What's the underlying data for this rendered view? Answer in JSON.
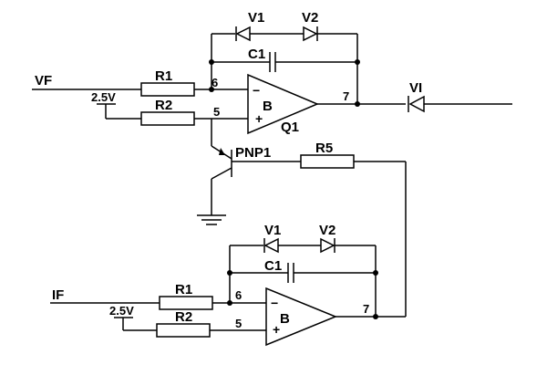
{
  "diagram": {
    "inputs": {
      "top": "VF",
      "bottom": "IF"
    },
    "reference": {
      "top": "2.5V",
      "bottom": "2.5V"
    },
    "top_stage": {
      "diodes": [
        "V1",
        "V2"
      ],
      "capacitor": "C1",
      "resistors": [
        "R1",
        "R2"
      ],
      "amp_label": "B",
      "amp_name": "Q1",
      "pins": {
        "inverting": "6",
        "noninverting": "5",
        "output": "7"
      },
      "inverting_sign": "−",
      "noninverting_sign": "+"
    },
    "bottom_stage": {
      "diodes": [
        "V1",
        "V2"
      ],
      "capacitor": "C1",
      "resistors": [
        "R1",
        "R2"
      ],
      "amp_label": "B",
      "pins": {
        "inverting": "6",
        "noninverting": "5",
        "output": "7"
      },
      "inverting_sign": "−",
      "noninverting_sign": "+"
    },
    "output_diode": "VI",
    "transistor": "PNP1",
    "feedback_resistor": "R5"
  }
}
